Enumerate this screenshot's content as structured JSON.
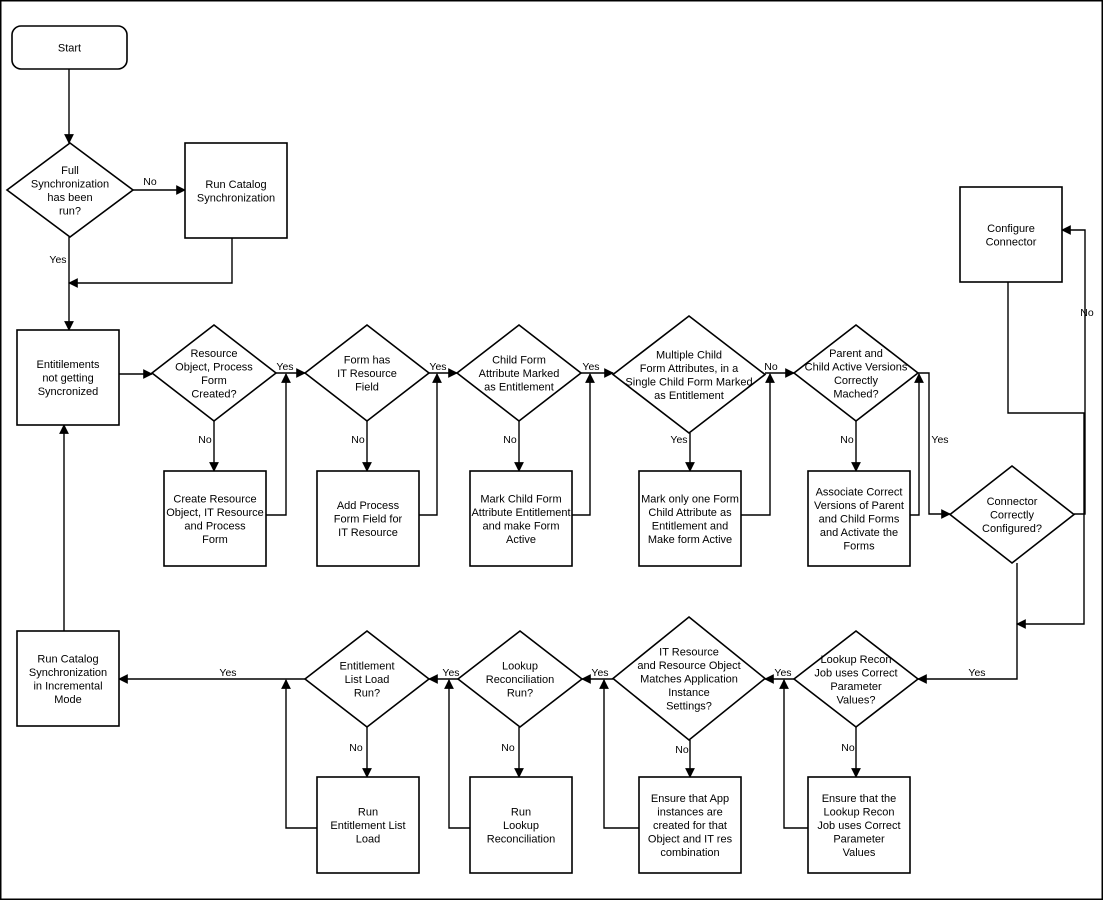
{
  "diagram": {
    "nodes": {
      "start": [
        "Start"
      ],
      "d_full_sync": [
        "Full",
        "Synchronization",
        "has been",
        "run?"
      ],
      "p_run_catalog": [
        "Run Catalog",
        "Synchronization"
      ],
      "p_entitlements": [
        "Entitilements",
        "not getting",
        "Syncronized"
      ],
      "d_resource_obj": [
        "Resource",
        "Object, Process",
        "Form",
        "Created?"
      ],
      "p_create_resource": [
        "Create Resource",
        "Object, IT Resource",
        "and Process",
        "Form"
      ],
      "d_form_it": [
        "Form has",
        "IT Resource",
        "Field"
      ],
      "p_add_field": [
        "Add Process",
        "Form Field for",
        "IT Resource"
      ],
      "d_child_attr": [
        "Child Form",
        "Attribute Marked",
        "as Entitlement"
      ],
      "p_mark_child": [
        "Mark Child Form",
        "Attribute Entitlement",
        "and make Form",
        "Active"
      ],
      "d_multiple": [
        "Multiple Child",
        "Form Attributes, in a",
        "Single Child Form Marked",
        "as Entitlement"
      ],
      "p_mark_one": [
        "Mark only one Form",
        "Child Attribute as",
        "Entitlement and",
        "Make form Active"
      ],
      "d_parent_child": [
        "Parent and",
        "Child Active Versions",
        "Correctly",
        "Mached?"
      ],
      "p_associate": [
        "Associate Correct",
        "Versions of Parent",
        "and Child Forms",
        "and Activate the",
        "Forms"
      ],
      "p_configure": [
        "Configure",
        "Connector"
      ],
      "d_connector": [
        "Connector",
        "Correctly",
        "Configured?"
      ],
      "d_lookup_job": [
        "Lookup Recon",
        "Job uses Correct",
        "Parameter",
        "Values?"
      ],
      "p_ensure_lookup": [
        "Ensure that the",
        "Lookup Recon",
        "Job uses Correct",
        "Parameter",
        "Values"
      ],
      "d_it_match": [
        "IT Resource",
        "and Resource Object",
        "Matches Application",
        "Instance",
        "Settings?"
      ],
      "p_ensure_app": [
        "Ensure that App",
        "instances are",
        "created for that",
        "Object and IT res",
        "combination"
      ],
      "d_lookup_run": [
        "Lookup",
        "Reconciliation",
        "Run?"
      ],
      "p_run_lookup": [
        "Run",
        "Lookup",
        "Reconciliation"
      ],
      "d_ent_list": [
        "Entitlement",
        "List Load",
        "Run?"
      ],
      "p_run_ent_list": [
        "Run",
        "Entitlement List",
        "Load"
      ],
      "p_incremental": [
        "Run Catalog",
        "Synchronization",
        "in Incremental",
        "Mode"
      ]
    },
    "labels": {
      "yes": "Yes",
      "no": "No"
    }
  }
}
